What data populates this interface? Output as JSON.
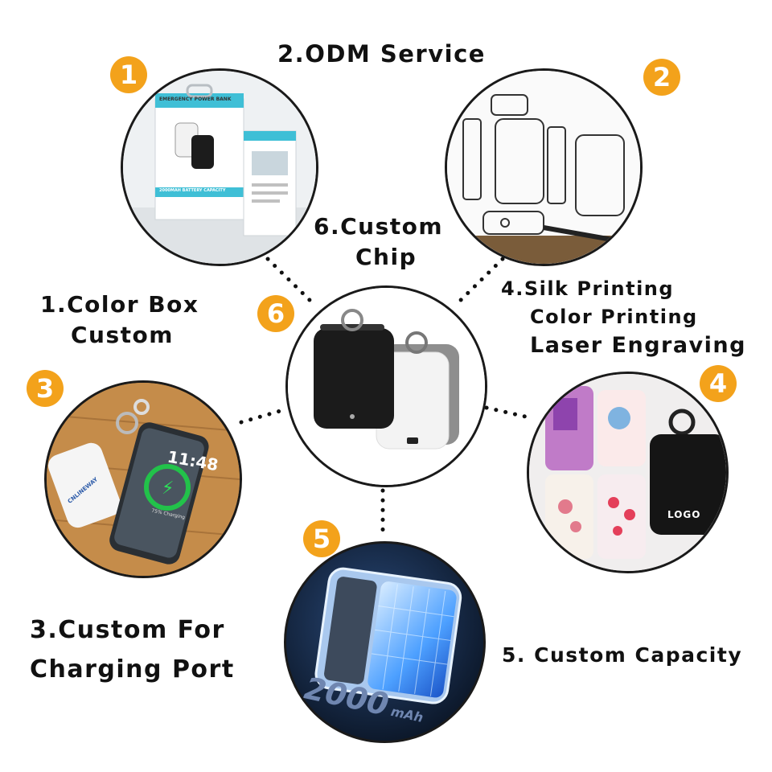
{
  "labels": {
    "odm": "2.ODM Service",
    "chip_line1": "6.Custom",
    "chip_line2": "Chip",
    "colorbox_line1": "1.Color Box",
    "colorbox_line2": "Custom",
    "printing_line1": "4.Silk Printing",
    "printing_line2": "Color Printing",
    "printing_line3": "Laser Engraving",
    "port_line1": "3.Custom For",
    "port_line2": "Charging Port",
    "capacity": "5. Custom Capacity"
  },
  "badges": [
    "1",
    "2",
    "3",
    "4",
    "5",
    "6"
  ],
  "package_text": {
    "box_title": "EMERGENCY POWER BANK",
    "box_capacity": "2000MAH BATTERY CAPACITY"
  },
  "phone_text": {
    "time": "11:48",
    "charging": "75% Charging",
    "brand": "CNLINEWAY"
  },
  "logo_text": "LOGO",
  "capacity_text": {
    "number": "2000",
    "unit": "mAh"
  },
  "colors": {
    "badge": "#f3a21b",
    "text": "#111111",
    "circle_border": "#1a1a1a"
  }
}
